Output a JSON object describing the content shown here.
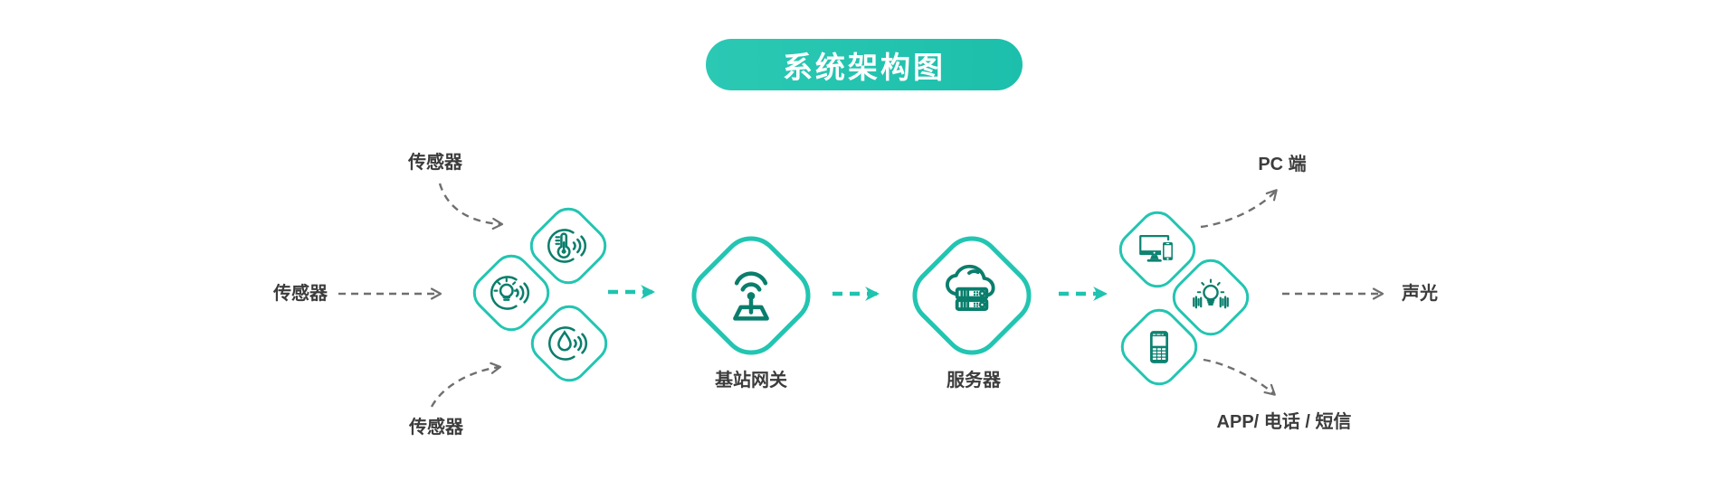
{
  "title": "系统架构图",
  "labels": {
    "sensor_top": "传感器",
    "sensor_left": "传感器",
    "sensor_bottom": "传感器",
    "gateway": "基站网关",
    "server": "服务器",
    "pc_output": "PC 端",
    "sound_light_output": "声光",
    "app_output": "APP/ 电话 / 短信"
  },
  "icons": {
    "thermometer-sensor-icon": "thermometer with radio waves",
    "light-sensor-icon": "light bulb with radio waves",
    "water-sensor-icon": "water drop with radio waves",
    "antenna-gateway-icon": "wireless base station antenna on platform",
    "cloud-server-icon": "cloud containing server racks",
    "pc-devices-icon": "desktop monitor with smartphone",
    "sound-light-alarm-icon": "bulb with light rays and sound bars",
    "mobile-phone-icon": "feature phone with keypad"
  },
  "colors": {
    "accent_teal": "#22C5B1",
    "icon_dark_teal": "#0A7E6C",
    "label_text": "#3C3C3C",
    "arrow_gray": "#6F6F6F",
    "title_text": "#FFFFFF",
    "background": "#FFFFFF"
  }
}
